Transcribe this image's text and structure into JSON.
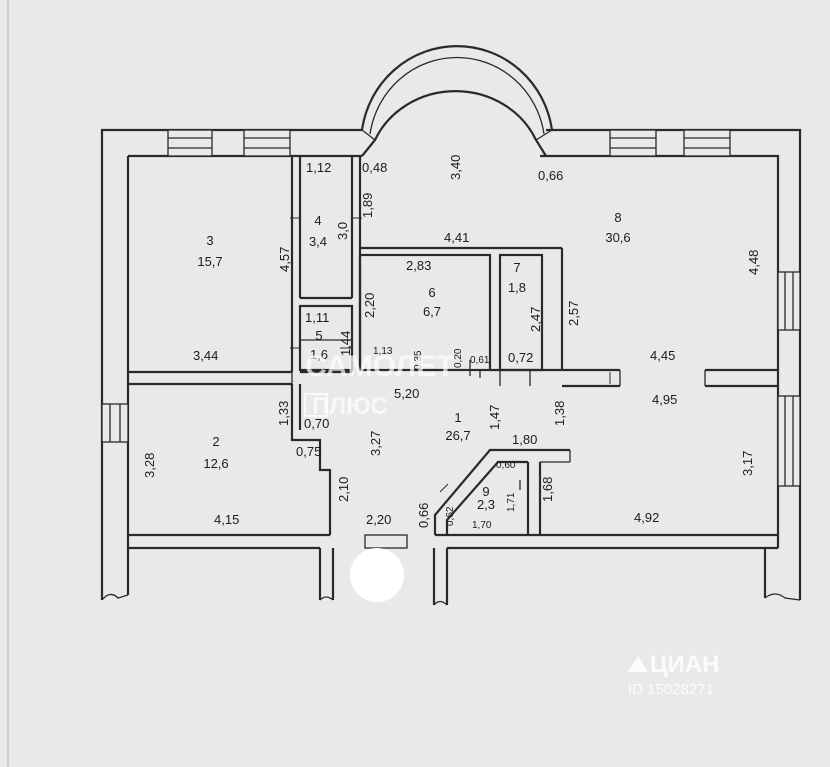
{
  "rooms": [
    {
      "id": "1",
      "number": "1",
      "area": "26,7"
    },
    {
      "id": "2",
      "number": "2",
      "area": "12,6"
    },
    {
      "id": "3",
      "number": "3",
      "area": "15,7"
    },
    {
      "id": "4",
      "number": "4",
      "area": "3,4"
    },
    {
      "id": "5",
      "number": "5",
      "area": "1,6"
    },
    {
      "id": "6",
      "number": "6",
      "area": "6,7"
    },
    {
      "id": "7",
      "number": "7",
      "area": "1,8"
    },
    {
      "id": "8",
      "number": "8",
      "area": "30,6"
    },
    {
      "id": "9",
      "number": "9",
      "area": "2,3"
    }
  ],
  "dimensions": [
    {
      "id": "d1",
      "text": "1,12"
    },
    {
      "id": "d2",
      "text": "0,48"
    },
    {
      "id": "d3",
      "text": "3,40"
    },
    {
      "id": "d4",
      "text": "0,66"
    },
    {
      "id": "d5",
      "text": "1,89"
    },
    {
      "id": "d6",
      "text": "4,57"
    },
    {
      "id": "d7",
      "text": "3,0"
    },
    {
      "id": "d8",
      "text": "4,41"
    },
    {
      "id": "d9",
      "text": "4,48"
    },
    {
      "id": "d10",
      "text": "2,83"
    },
    {
      "id": "d11",
      "text": "2,20"
    },
    {
      "id": "d12",
      "text": "2,57"
    },
    {
      "id": "d13",
      "text": "2,47"
    },
    {
      "id": "d14",
      "text": "1,11"
    },
    {
      "id": "d15",
      "text": "1,44"
    },
    {
      "id": "d16",
      "text": "3,44"
    },
    {
      "id": "d17",
      "text": "1,13"
    },
    {
      "id": "d18",
      "text": "0,35"
    },
    {
      "id": "d19",
      "text": "0,20"
    },
    {
      "id": "d20",
      "text": "0,61"
    },
    {
      "id": "d21",
      "text": "0,72"
    },
    {
      "id": "d22",
      "text": "4,45"
    },
    {
      "id": "d23",
      "text": "5,20"
    },
    {
      "id": "d24",
      "text": "4,95"
    },
    {
      "id": "d25",
      "text": "1,33"
    },
    {
      "id": "d26",
      "text": "0,70"
    },
    {
      "id": "d27",
      "text": "3,27"
    },
    {
      "id": "d28",
      "text": "1,47"
    },
    {
      "id": "d29",
      "text": "1,38"
    },
    {
      "id": "d30",
      "text": "3,28"
    },
    {
      "id": "d31",
      "text": "0,75"
    },
    {
      "id": "d32",
      "text": "1,80"
    },
    {
      "id": "d33",
      "text": "3,17"
    },
    {
      "id": "d34",
      "text": "0,60"
    },
    {
      "id": "d35",
      "text": "2,10"
    },
    {
      "id": "d36",
      "text": "1,71"
    },
    {
      "id": "d37",
      "text": "1,68"
    },
    {
      "id": "d38",
      "text": "4,15"
    },
    {
      "id": "d39",
      "text": "2,20"
    },
    {
      "id": "d40",
      "text": "0,66"
    },
    {
      "id": "d41",
      "text": "0,62"
    },
    {
      "id": "d42",
      "text": "1,70"
    },
    {
      "id": "d43",
      "text": "4,92"
    }
  ],
  "watermarks": {
    "samolet": "САМОЛЕТ",
    "plus": "ПЛЮС",
    "cian_logo": "ЦИАН",
    "cian_id": "ID 15028271"
  }
}
